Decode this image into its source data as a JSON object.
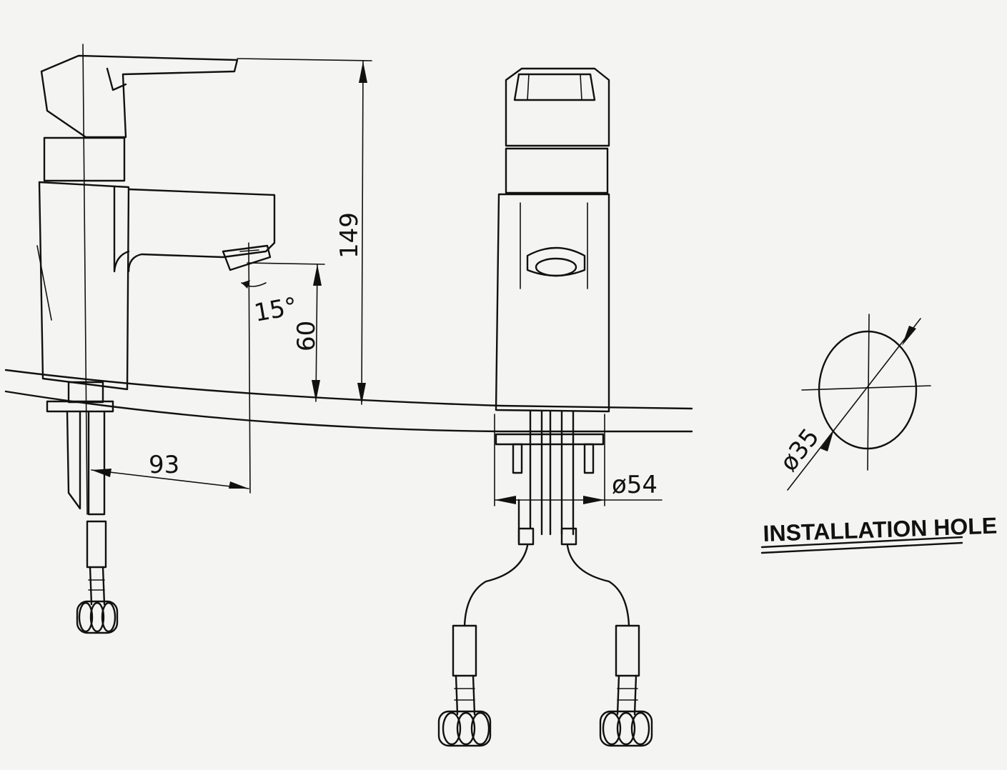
{
  "drawing": {
    "dimensions": {
      "total_height": "149",
      "spout_height": "60",
      "spout_reach": "93",
      "spout_angle": "15°",
      "base_diameter": "ø54",
      "hole_diameter": "ø35"
    },
    "labels": {
      "installation_hole": "INSTALLATION HOLE"
    }
  }
}
